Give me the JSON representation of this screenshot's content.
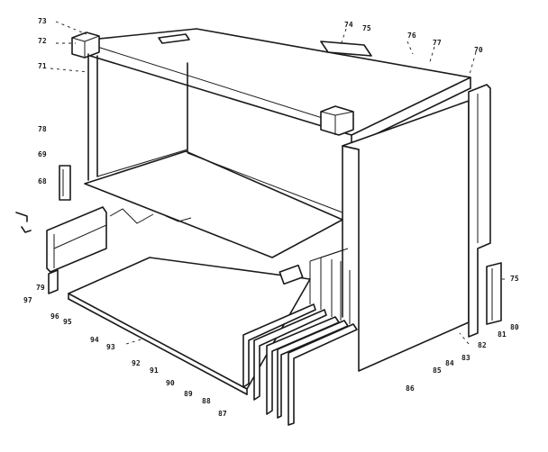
{
  "figure": {
    "reference_numerals": [
      {
        "id": "r73",
        "text": "73"
      },
      {
        "id": "r72",
        "text": "72"
      },
      {
        "id": "r71",
        "text": "71"
      },
      {
        "id": "r74",
        "text": "74"
      },
      {
        "id": "r75a",
        "text": "75"
      },
      {
        "id": "r76",
        "text": "76"
      },
      {
        "id": "r77",
        "text": "77"
      },
      {
        "id": "r70",
        "text": "70"
      },
      {
        "id": "r78",
        "text": "78"
      },
      {
        "id": "r69",
        "text": "69"
      },
      {
        "id": "r68",
        "text": "68"
      },
      {
        "id": "r97",
        "text": "97"
      },
      {
        "id": "r79",
        "text": "79"
      },
      {
        "id": "r96",
        "text": "96"
      },
      {
        "id": "r95",
        "text": "95"
      },
      {
        "id": "r94",
        "text": "94"
      },
      {
        "id": "r93",
        "text": "93"
      },
      {
        "id": "r92",
        "text": "92"
      },
      {
        "id": "r91",
        "text": "91"
      },
      {
        "id": "r90",
        "text": "90"
      },
      {
        "id": "r89",
        "text": "89"
      },
      {
        "id": "r88",
        "text": "88"
      },
      {
        "id": "r87",
        "text": "87"
      },
      {
        "id": "r86",
        "text": "86"
      },
      {
        "id": "r85",
        "text": "85"
      },
      {
        "id": "r84",
        "text": "84"
      },
      {
        "id": "r83",
        "text": "83"
      },
      {
        "id": "r82",
        "text": "82"
      },
      {
        "id": "r81",
        "text": "81"
      },
      {
        "id": "r80",
        "text": "80"
      },
      {
        "id": "r75b",
        "text": "75"
      }
    ]
  }
}
